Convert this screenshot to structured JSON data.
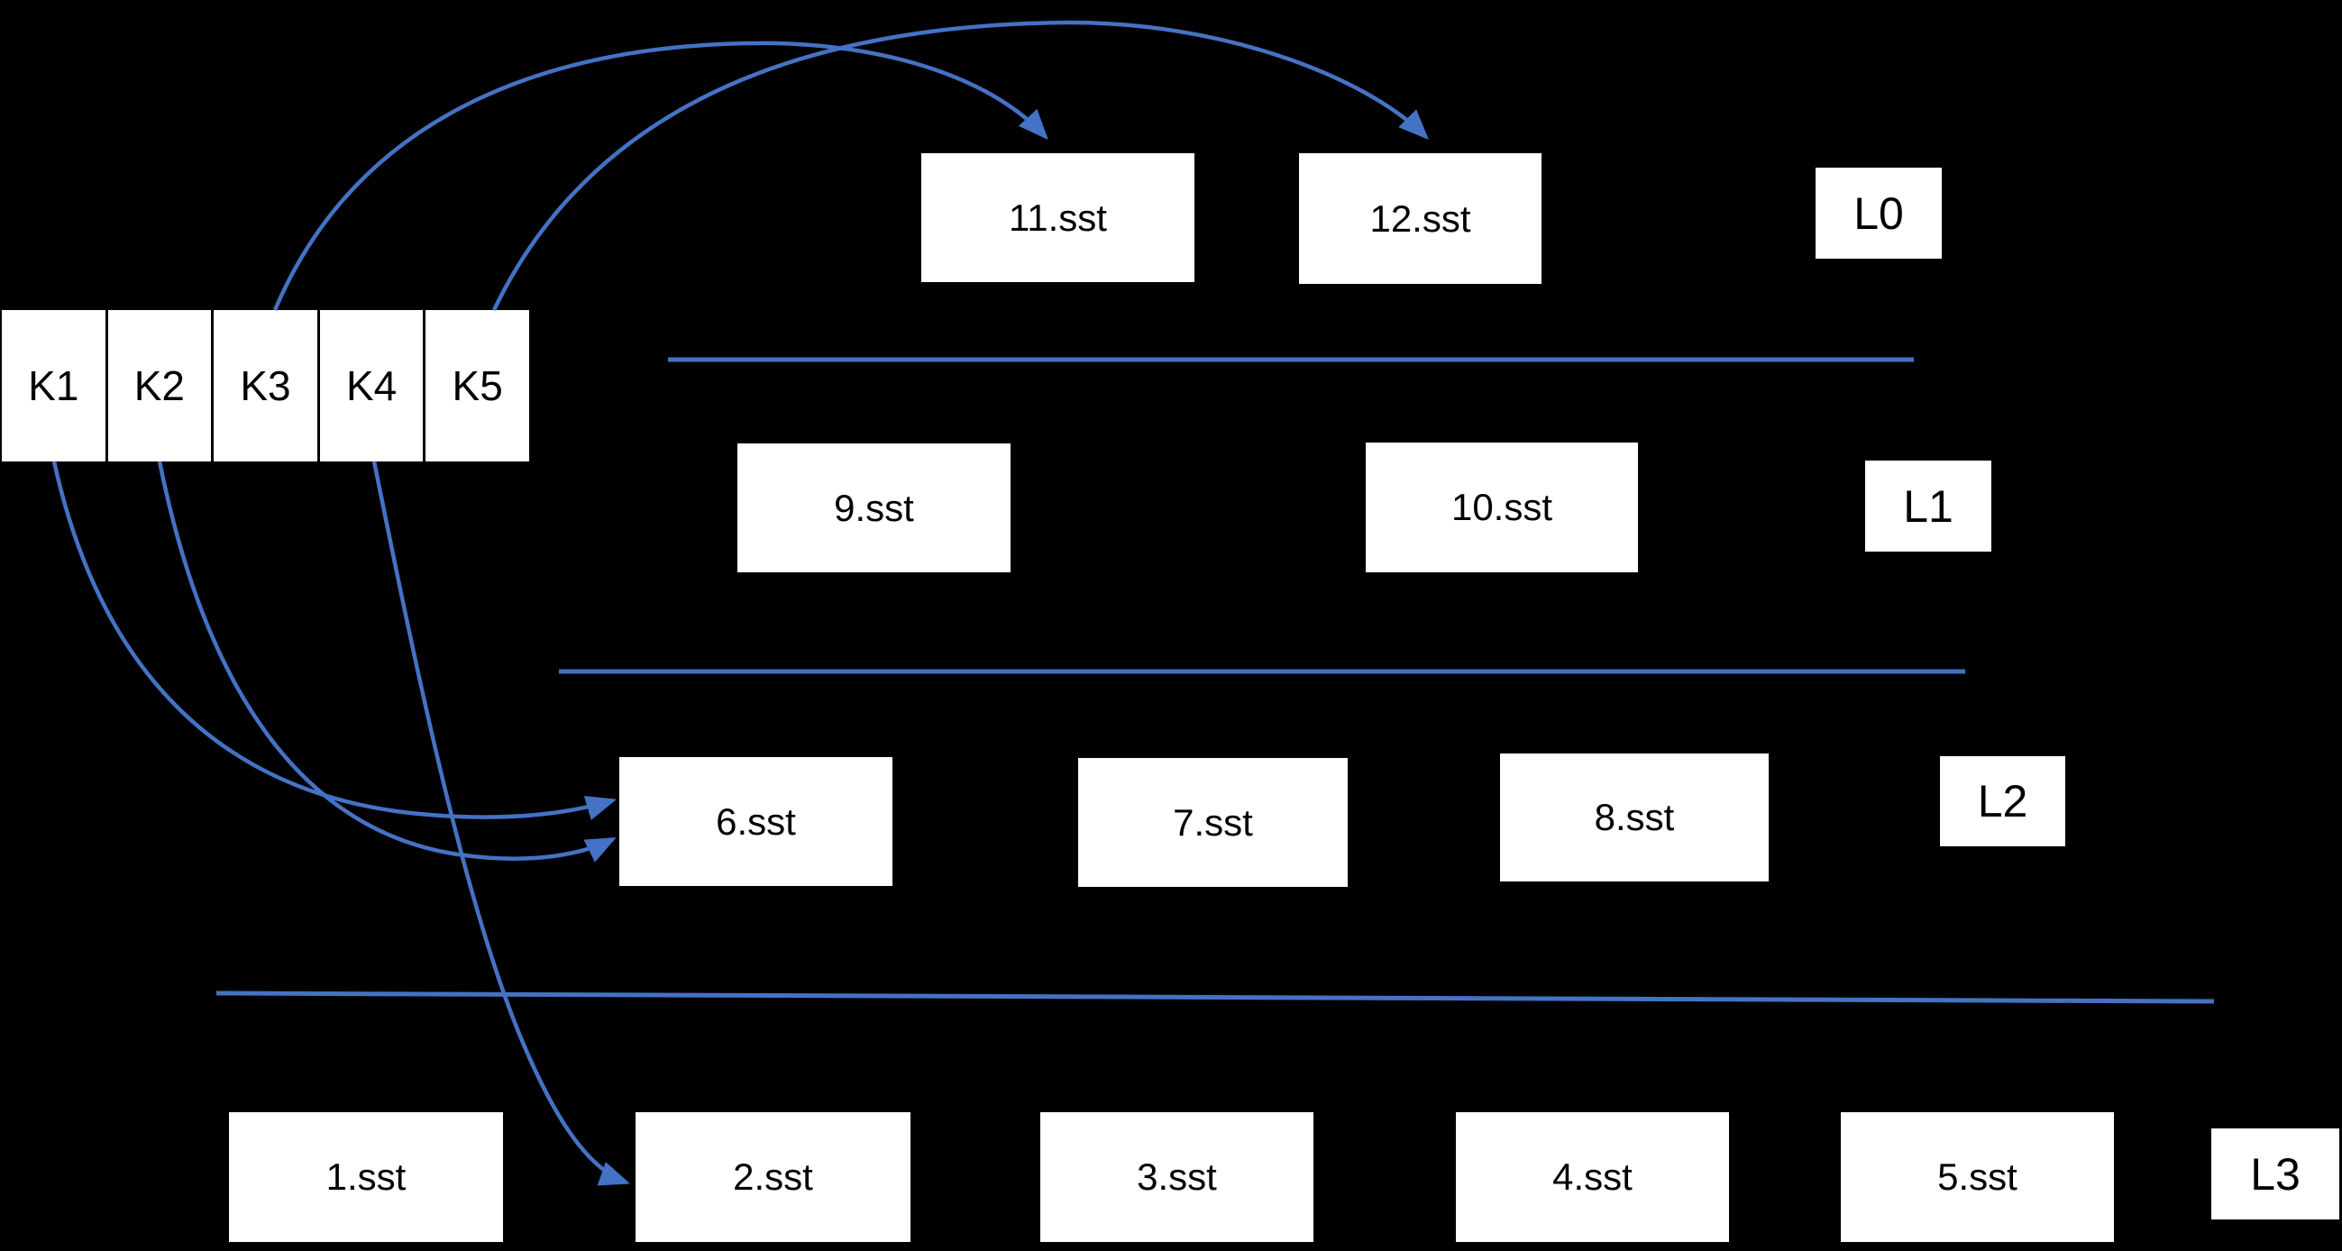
{
  "diagram": {
    "title_semantic": "LSM-tree leveled SST file layout",
    "memtable": {
      "keys": [
        "K1",
        "K2",
        "K3",
        "K4",
        "K5"
      ]
    },
    "levels": [
      {
        "label": "L0",
        "files": [
          "11.sst",
          "12.sst"
        ]
      },
      {
        "label": "L1",
        "files": [
          "9.sst",
          "10.sst"
        ]
      },
      {
        "label": "L2",
        "files": [
          "6.sst",
          "7.sst",
          "8.sst"
        ]
      },
      {
        "label": "L3",
        "files": [
          "1.sst",
          "2.sst",
          "3.sst",
          "4.sst",
          "5.sst"
        ]
      }
    ],
    "arrows": [
      {
        "from": "K3",
        "to": "11.sst"
      },
      {
        "from": "K5",
        "to": "12.sst"
      },
      {
        "from": "K1",
        "to": "6.sst"
      },
      {
        "from": "K2",
        "to": "6.sst"
      },
      {
        "from": "K4",
        "to": "2.sst"
      }
    ],
    "colors": {
      "background": "#000000",
      "arrow_blue": "#4472C4",
      "box_fill": "#FFFFFF",
      "text": "#000000"
    }
  }
}
